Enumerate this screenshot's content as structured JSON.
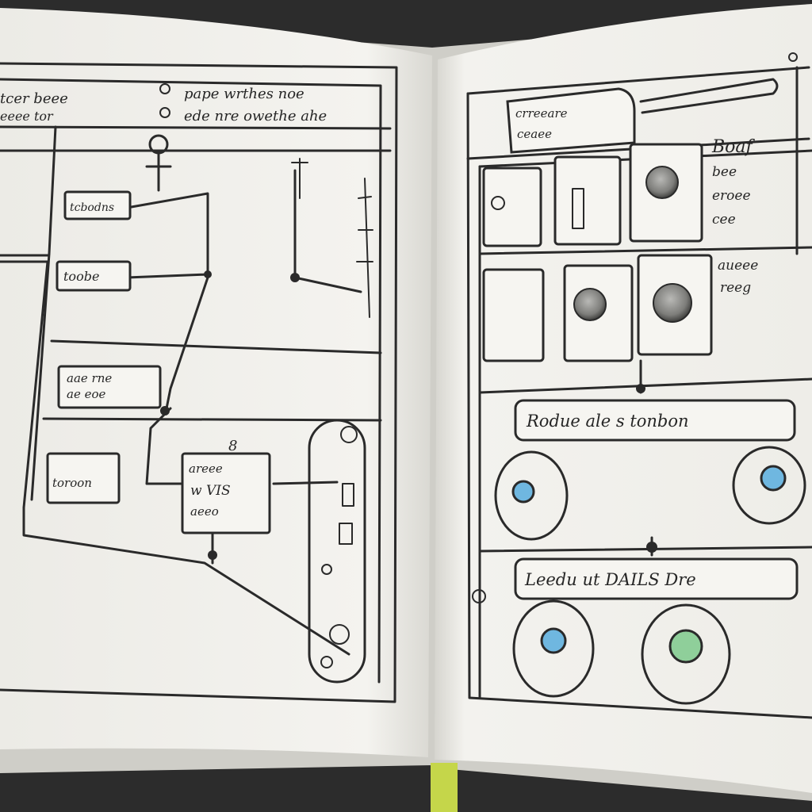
{
  "left_page": {
    "header_line_1": "pape wrthes noe",
    "header_line_2": "ede nre owethe ahe",
    "corner_line_1": "tcer beee",
    "corner_line_2": "eeee tor",
    "label_1": "tcbodns",
    "label_2": "toobe",
    "label_3": "aae rne",
    "label_4": "ae eoe",
    "label_5": "toroon",
    "label_6_line_1": "areee",
    "label_6_line_2": "w VIS",
    "label_6_line_3": "aeeo",
    "marker_number": "8"
  },
  "right_page": {
    "header_line_1": "crreeare",
    "header_line_2": "ceaee",
    "side_note_1": "Boaf",
    "side_note_2": "bee",
    "side_note_3": "eroee",
    "side_note_4": "cee",
    "side_note_5": "aueee",
    "side_note_6": "reeg",
    "banner_1": "Rodue ale s tonbon",
    "banner_2": "Leedu ut DAILS Dre"
  },
  "colors": {
    "paper": "#f3f2ee",
    "ink": "#2a2a2a",
    "bookmark": "#c5d64a",
    "button_blue": "#6fb7e0",
    "button_green": "#8fcf9a"
  }
}
